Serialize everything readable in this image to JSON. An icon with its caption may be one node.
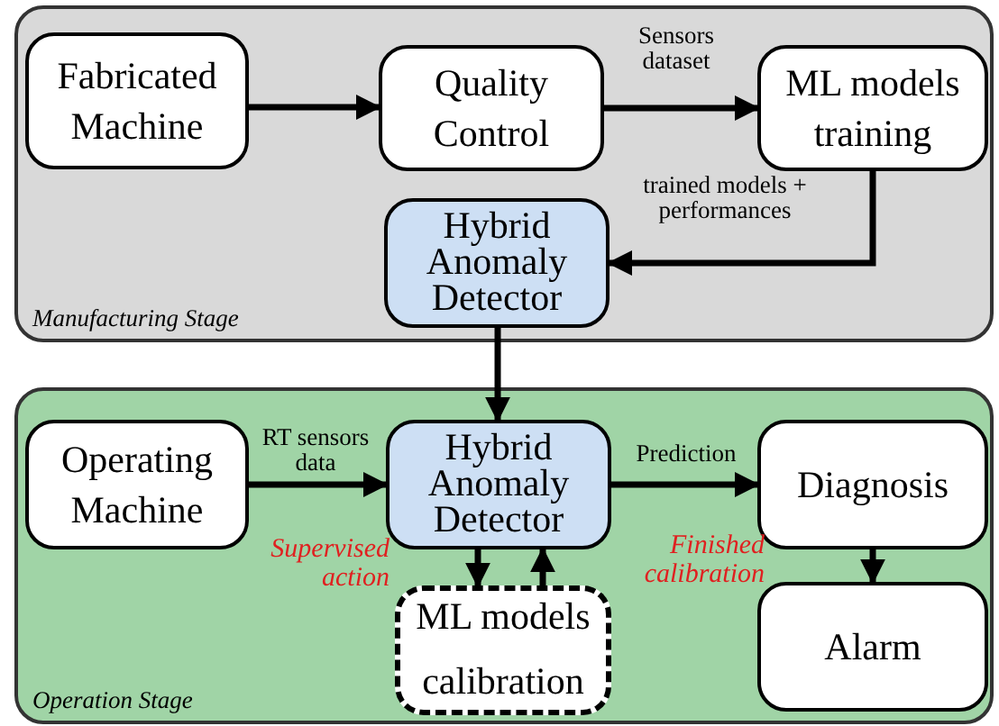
{
  "diagram": {
    "nodes": [
      {
        "text": [
          "Manufacturing Stage"
        ]
      },
      {
        "text": [
          "Fabricated Machine"
        ],
        "in": 0
      },
      {
        "text": [
          "Quality Control"
        ],
        "in": 0
      },
      {
        "text": [
          "ML models training"
        ],
        "in": 0
      },
      {
        "text": [
          "Hybrid Anomaly Detector"
        ],
        "in": 0
      },
      {
        "text": [
          "Operation Stage"
        ]
      },
      {
        "text": [
          "Operating Machine"
        ],
        "in": 5
      },
      {
        "text": [
          "Hybrid Anomaly Detector"
        ],
        "in": 5
      },
      {
        "text": [
          "ML models calibration"
        ],
        "in": 5
      },
      {
        "text": [
          "Diagnosis"
        ],
        "in": 5
      },
      {
        "text": [
          "Alarm"
        ],
        "in": 5
      }
    ],
    "edges": [
      {
        "from": 1,
        "to": 2,
        "arrow": "to"
      },
      {
        "from": 2,
        "to": 3,
        "arrow": "to",
        "label": "Sensors dataset"
      },
      {
        "from": 3,
        "to": 4,
        "arrow": "to",
        "label": "trained models + performances"
      },
      {
        "from": 4,
        "to": 7,
        "arrow": "to"
      },
      {
        "from": 6,
        "to": 7,
        "arrow": "to",
        "label": "RT sensors data"
      },
      {
        "from": 7,
        "to": 9,
        "arrow": "to",
        "label": "Prediction"
      },
      {
        "from": 9,
        "to": 10,
        "arrow": "to"
      },
      {
        "from": 7,
        "to": 8,
        "arrow": "to"
      },
      {
        "from": 8,
        "to": 7,
        "arrow": "to"
      }
    ],
    "labels": [
      "Supervised action",
      "Finished calibration"
    ]
  }
}
